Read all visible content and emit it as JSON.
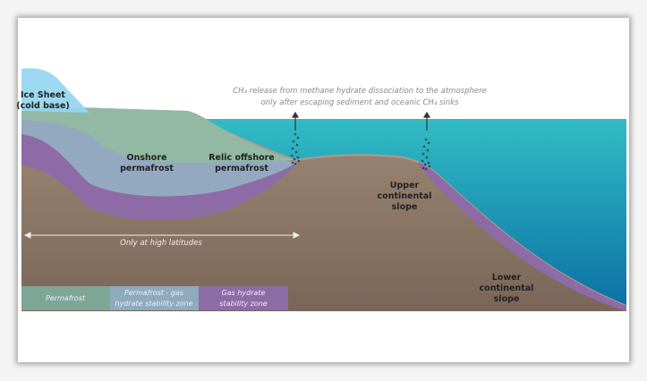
{
  "labels": {
    "ice_sheet_1": "Ice Sheet",
    "ice_sheet_2": "(cold base)",
    "onshore_1": "Onshore",
    "onshore_2": "permafrost",
    "relic_1": "Relic offshore",
    "relic_2": "permafrost",
    "upper_1": "Upper",
    "upper_2": "continental",
    "upper_3": "slope",
    "lower_1": "Lower",
    "lower_2": "continental",
    "lower_3": "slope",
    "ch4_line1": "CH₄ release from methane hydrate dissociation to the atmosphere",
    "ch4_line2": "only after escaping sediment and oceanic CH₄ sinks",
    "high_latitudes": "Only at high latitudes"
  },
  "legend": [
    {
      "line1": "Permafrost",
      "line2": "",
      "color": "#7ea697"
    },
    {
      "line1": "Permafrost - gas",
      "line2": "hydrate stability zone",
      "color": "#8eaabd"
    },
    {
      "line1": "Gas hydrate",
      "line2": "stability zone",
      "color": "#8d6ba4"
    }
  ],
  "colors": {
    "sediment": "#8c7868",
    "ocean_top": "#2fb9c2",
    "ocean_bottom": "#0e78a8",
    "ice": "#94d6ef",
    "permafrost": "#93b8a3",
    "permafrost_hydrate": "#93a9bf",
    "hydrate": "#8e6ba6"
  }
}
